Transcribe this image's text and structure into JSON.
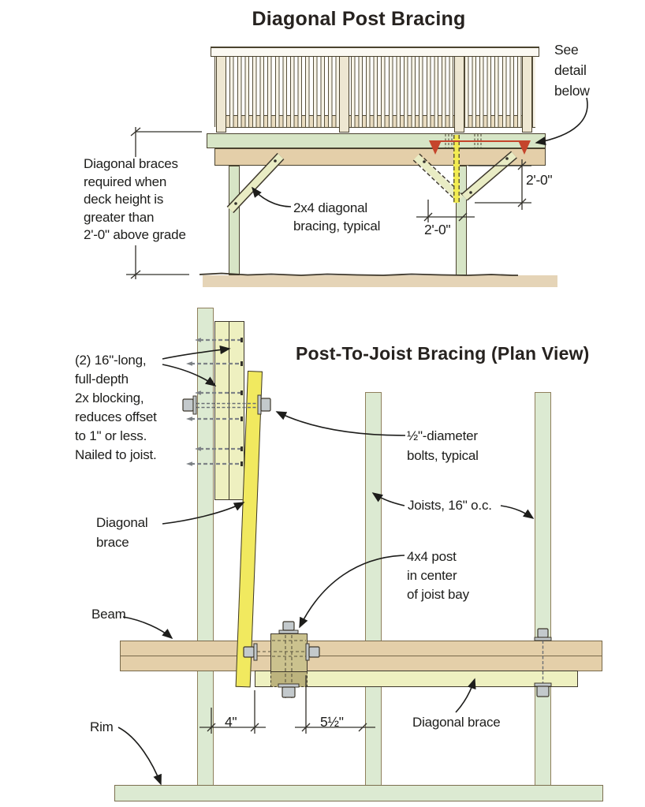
{
  "top_diagram": {
    "title": "Diagonal Post Bracing",
    "see_detail_note": "See\ndetail\nbelow",
    "braces_required_note": "Diagonal braces\nrequired when\ndeck height is\ngreater than\n2'-0\" above grade",
    "bracing_label": "2x4 diagonal\nbracing, typical",
    "dim_height_right": "2'-0\"",
    "dim_width_bottom": "2'-0\""
  },
  "bottom_diagram": {
    "title": "Post-To-Joist Bracing (Plan View)",
    "blocking_note": "(2) 16\"-long,\nfull-depth\n2x blocking,\nreduces offset\nto 1\" or less.\nNailed to joist.",
    "bolts_label": "½\"-diameter\nbolts, typical",
    "joists_label": "Joists, 16\" o.c.",
    "diagonal_brace_label_left": "Diagonal\nbrace",
    "post_label": "4x4 post\nin center\nof joist bay",
    "beam_label": "Beam",
    "rim_label": "Rim",
    "diagonal_brace_label_right": "Diagonal brace",
    "dim_offset": "4\"",
    "dim_post_width": "5½\""
  },
  "colors": {
    "wood_green": "#dcead2",
    "wood_pale_yellow": "#eef0c0",
    "brace_yellow": "#f1e95f",
    "beam_tan": "#e4cfa9",
    "detail_red": "#c5452c",
    "ink": "#1d1d1b"
  }
}
